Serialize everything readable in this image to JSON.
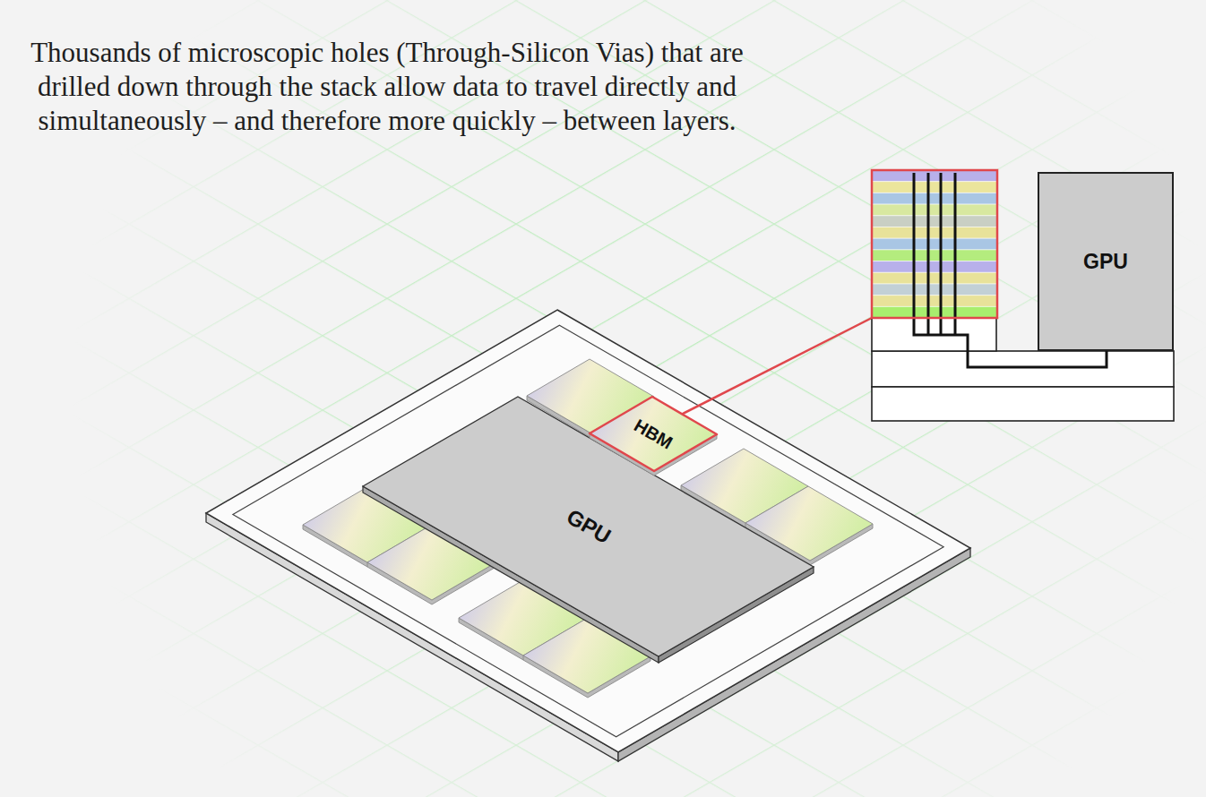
{
  "diagram": {
    "title": "Thousands of microscopic holes (Through-Silicon Vias) that are drilled down through the stack allow data to travel directly and simultaneously – and therefore more quickly – between layers.",
    "nodes": [
      {
        "text": [
          "GPU"
        ]
      },
      {
        "text": [
          "HBM"
        ]
      },
      {
        "text": [
          "GPU"
        ]
      }
    ]
  }
}
